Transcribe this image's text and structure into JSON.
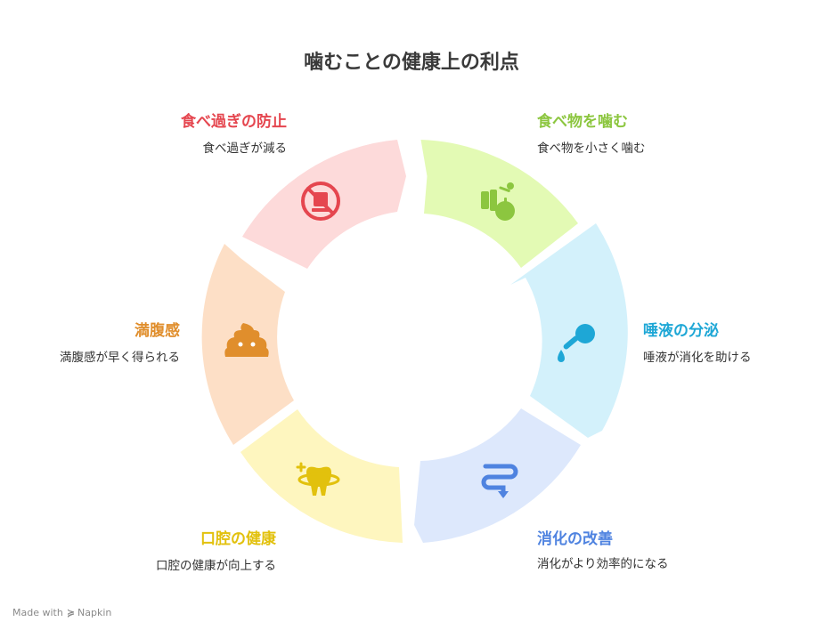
{
  "title": "噛むことの健康上の利点",
  "segments": [
    {
      "label": "食べ物を噛む",
      "description": "食べ物を小さく噛む",
      "icon": "chewing-food-apple-icon",
      "fill": "#e3fab4",
      "accent": "#8cc63f"
    },
    {
      "label": "唾液の分泌",
      "description": "唾液が消化を助ける",
      "icon": "saliva-dropper-icon",
      "fill": "#d3f1fb",
      "accent": "#1ea7d6"
    },
    {
      "label": "消化の改善",
      "description": "消化がより効率的になる",
      "icon": "digestion-intestine-icon",
      "fill": "#dde8fc",
      "accent": "#4f83e0"
    },
    {
      "label": "口腔の健康",
      "description": "口腔の健康が向上する",
      "icon": "oral-health-tooth-icon",
      "fill": "#fef6bf",
      "accent": "#e2c10d"
    },
    {
      "label": "満腹感",
      "description": "満腹感が早く得られる",
      "icon": "fullness-poop-icon",
      "fill": "#fddfc6",
      "accent": "#e08e2c"
    },
    {
      "label": "食べ過ぎの防止",
      "description": "食べ過ぎが減る",
      "icon": "no-overeating-icon",
      "fill": "#fddada",
      "accent": "#e5464f"
    }
  ],
  "footer": {
    "made_with": "Made with",
    "brand": "Napkin"
  }
}
